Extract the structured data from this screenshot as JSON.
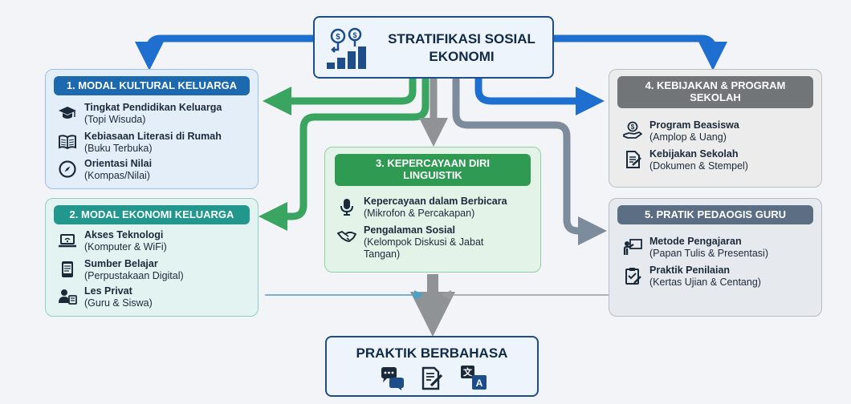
{
  "colors": {
    "blue": "#1f6fd1",
    "green": "#3aa560",
    "gray": "#8f9396",
    "slate": "#7d8c9c",
    "blue_header": "#1d69b0",
    "teal_header": "#22978d",
    "green_header": "#2f9a52",
    "gray_header": "#727578",
    "slate_header": "#5c6e83"
  },
  "top": {
    "title_line1": "STRATIFIKASI SOSIAL",
    "title_line2": "EKONOMI",
    "icon": "money-growth-icon"
  },
  "box1": {
    "title": "1. MODAL KULTURAL KELUARGA",
    "items": [
      {
        "title": "Tingkat Pendidikan Keluarga",
        "sub": "(Topi Wisuda)",
        "icon": "graduation-cap-icon"
      },
      {
        "title": "Kebiasaan Literasi di Rumah",
        "sub": "(Buku Terbuka)",
        "icon": "open-book-icon"
      },
      {
        "title": "Orientasi Nilai",
        "sub": "(Kompas/Nilai)",
        "icon": "compass-icon"
      }
    ]
  },
  "box2": {
    "title": "2. MODAL EKONOMI KELUARGA",
    "items": [
      {
        "title": "Akses Teknologi",
        "sub": "(Komputer & WiFi)",
        "icon": "laptop-wifi-icon"
      },
      {
        "title": "Sumber Belajar",
        "sub": "(Perpustakaan Digital)",
        "icon": "tablet-book-icon"
      },
      {
        "title": "Les Privat",
        "sub": "(Guru & Siswa)",
        "icon": "tutor-icon"
      }
    ]
  },
  "box3": {
    "title_line1": "3. KEPERCAYAAN DIRI",
    "title_line2": "LINGUISTIK",
    "items": [
      {
        "title": "Kepercayaan dalam Berbicara",
        "sub": "(Mikrofon & Percakapan)",
        "icon": "microphone-icon"
      },
      {
        "title": "Pengalaman Sosial",
        "sub": "(Kelompok Diskusi & Jabat",
        "sub2": "Tangan)",
        "icon": "handshake-icon"
      }
    ]
  },
  "box4": {
    "title_line1": "4. KEBIJAKAN & PROGRAM",
    "title_line2": "SEKOLAH",
    "items": [
      {
        "title": "Program Beasiswa",
        "sub": "(Amplop & Uang)",
        "icon": "money-hand-icon"
      },
      {
        "title": "Kebijakan Sekolah",
        "sub": "(Dokumen & Stempel)",
        "icon": "document-icon"
      }
    ]
  },
  "box5": {
    "title": "5. PRATIK PEDAOGIS GURU",
    "items": [
      {
        "title": "Metode Pengajaran",
        "sub": "(Papan Tulis & Presentasi)",
        "icon": "whiteboard-icon"
      },
      {
        "title": "Praktik Penilaian",
        "sub": "(Kertas Ujian & Centang)",
        "icon": "checklist-icon"
      }
    ]
  },
  "bottom": {
    "title": "PRAKTIK BERBAHASA",
    "icons": [
      "chat-bubbles-icon",
      "writing-icon",
      "translate-icon"
    ]
  }
}
